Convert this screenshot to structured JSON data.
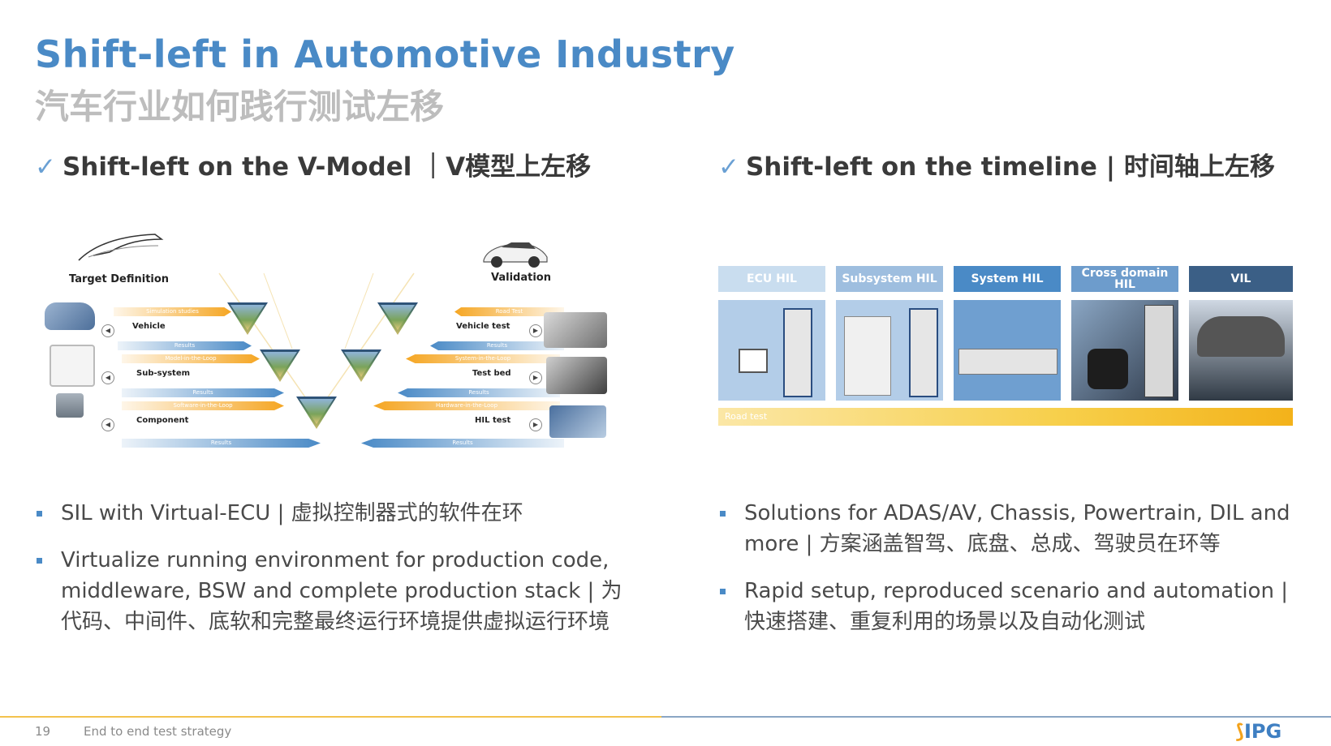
{
  "title": {
    "en": "Shift-left in Automotive Industry",
    "zh": "汽车行业如何践行测试左移"
  },
  "left": {
    "heading": "Shift-left on the V-Model ｜V模型上左移",
    "diagram": {
      "target": "Target Definition",
      "validation": "Validation",
      "vehicle": "Vehicle",
      "subsystem": "Sub-system",
      "component": "Component",
      "vehicle_test": "Vehicle test",
      "test_bed": "Test bed",
      "hil_test": "HIL test",
      "simulation_studies": "Simulation studies",
      "model_in_the_loop": "Model-in-the-Loop",
      "software_in_the_loop": "Software-in-the-Loop",
      "road_test": "Road Test",
      "system_in_the_loop": "System-in-the-Loop",
      "hardware_in_the_loop": "Hardware-in-the-Loop",
      "results": "Results"
    },
    "bullets": [
      "SIL with Virtual-ECU | 虚拟控制器式的软件在环",
      "Virtualize running environment for production code, middleware, BSW and complete production stack | 为代码、中间件、底软和完整最终运行环境提供虚拟运行环境"
    ]
  },
  "right": {
    "heading": "Shift-left on the timeline | 时间轴上左移",
    "timeline": {
      "stages": [
        {
          "label": "ECU HIL",
          "color": "#c9ddef"
        },
        {
          "label": "Subsystem HIL",
          "color": "#9ebedf"
        },
        {
          "label": "System HIL",
          "color": "#4a8ac6"
        },
        {
          "label": "Cross domain HIL",
          "color": "#6d9ccc"
        },
        {
          "label": "VIL",
          "color": "#3b5f86"
        }
      ],
      "bar_label": "Road test"
    },
    "bullets": [
      "Solutions for ADAS/AV, Chassis, Powertrain, DIL and more | 方案涵盖智驾、底盘、总成、驾驶员在环等",
      "Rapid setup, reproduced scenario and automation | 快速搭建、重复利用的场景以及自动化测试"
    ]
  },
  "footer": {
    "page": "19",
    "text": "End to end test strategy",
    "logo": "IPG"
  }
}
